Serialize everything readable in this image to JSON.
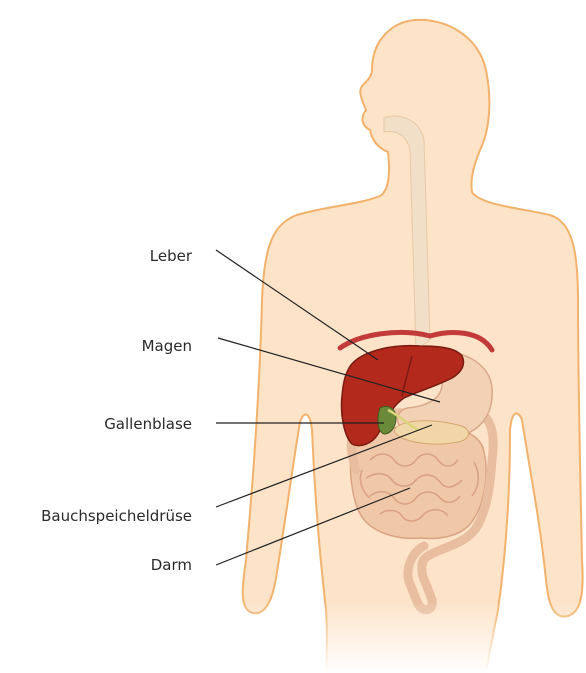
{
  "colors": {
    "body_fill": "#fde3c8",
    "body_outline": "#f2b26c",
    "liver": "#b32a1c",
    "liver_dark": "#7a1a10",
    "stomach": "#f3d1b4",
    "intestine": "#f0c8a8",
    "intestine_line": "#d9a383",
    "diaphragm": "#c23a3a",
    "gallbladder": "#6a8a3a",
    "bile_duct": "#d9d37a",
    "esophagus": "#f2dfc8",
    "leader_line": "#222222"
  },
  "labels": {
    "leber": "Leber",
    "magen": "Magen",
    "gallenblase": "Gallenblase",
    "bauchspeicheldruese": "Bauchspeicheldrüse",
    "darm": "Darm"
  }
}
